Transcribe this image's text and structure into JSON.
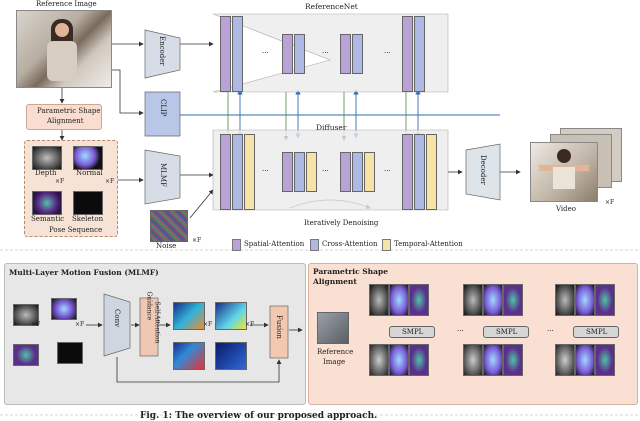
{
  "top": {
    "reference_image_label": "Reference Image",
    "parametric_box": [
      "Parametric Shape",
      "Alignment"
    ],
    "pose_labels": {
      "depth": "Depth",
      "normal": "Normal",
      "semantic": "Semantic",
      "skeleton": "Skeleton"
    },
    "pose_sequence_label": "Pose Sequence",
    "noise_label": "Noise",
    "times_f": "×F",
    "encoder": "Encoder",
    "clip": "CLIP",
    "mlmf": "MLMF",
    "referencenet": "ReferenceNet",
    "diffuser": "Diffuser",
    "iterative": "Iteratively Denoising",
    "decoder": "Decoder",
    "video_label": "Video",
    "ellipsis": "···"
  },
  "legend": {
    "spatial": "Spatial-Attention",
    "cross": "Cross-Attention",
    "temporal": "Temporal-Attention"
  },
  "mlmf_panel": {
    "title": "Multi-Layer Motion Fusion (MLMF)",
    "conv": "Conv",
    "guidance": [
      "Guidance",
      "Self-Attention"
    ],
    "fusion": "Fusion",
    "times_f": "×F"
  },
  "psa_panel": {
    "title": [
      "Parametric Shape",
      "Alignment"
    ],
    "smpl": "SMPL",
    "reference": [
      "Reference",
      "Image"
    ],
    "ellipsis": "···"
  },
  "caption": "Fig. 1: The overview of our proposed approach.",
  "colors": {
    "spatial": "#b9a3d6",
    "cross": "#aeb9e3",
    "temporal": "#f7e3a8",
    "pose_bg": "#f7e3d6",
    "psa_bg": "#f9e0d2",
    "mlmf_bg": "#e7e7e7",
    "arrow_blue": "#2f6db3"
  }
}
